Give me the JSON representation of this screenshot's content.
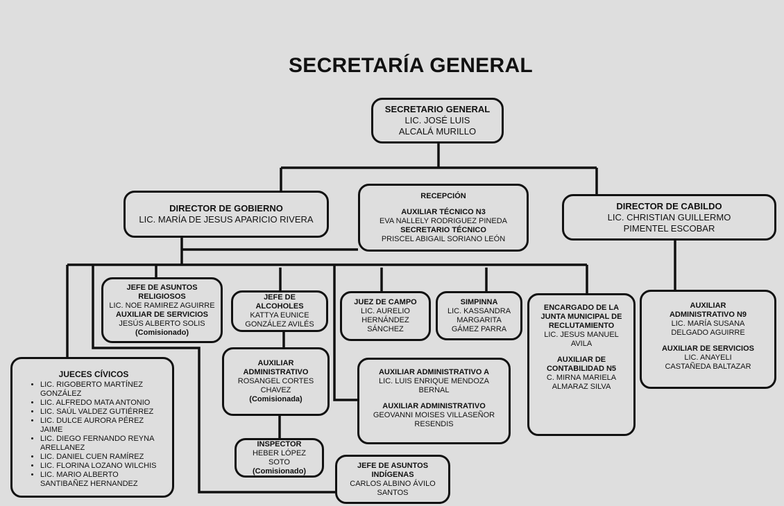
{
  "title": "SECRETARÍA GENERAL",
  "boxes": {
    "secretario": [
      {
        "t": "SECRETARIO  GENERAL",
        "b": true
      },
      {
        "t": "LIC. JOSÉ LUIS"
      },
      {
        "t": "ALCALÁ MURILLO"
      }
    ],
    "gobierno": [
      {
        "t": "DIRECTOR  DE GOBIERNO",
        "b": true
      },
      {
        "t": "LIC. MARÍA DE JESUS APARICIO  RIVERA"
      }
    ],
    "recepcion": [
      {
        "t": "RECEPCIÓN",
        "b": true
      },
      {
        "gap": true
      },
      {
        "t": "AUXILIAR TÉCNICO N3",
        "b": true
      },
      {
        "t": "EVA NALLELY RODRIGUEZ  PINEDA"
      },
      {
        "t": "SECRETARIO  TÉCNICO",
        "b": true
      },
      {
        "t": "PRISCEL  ABIGAIL SORIANO LEÓN"
      }
    ],
    "cabildo": [
      {
        "t": "DIRECTOR  DE CABILDO",
        "b": true
      },
      {
        "t": "LIC. CHRISTIAN  GUILLERMO"
      },
      {
        "t": "PIMENTEL ESCOBAR"
      }
    ],
    "religiosos": [
      {
        "t": "JEFE DE ASUNTOS",
        "b": true
      },
      {
        "t": "RELIGIOSOS",
        "b": true
      },
      {
        "t": "LIC. NOE RAMIREZ AGUIRRE"
      },
      {
        "t": "AUXILIAR DE SERVICIOS",
        "b": true
      },
      {
        "t": "JESÚS ALBERTO SOLIS"
      },
      {
        "t": "(Comisionado)",
        "b": true
      }
    ],
    "alcoholes": [
      {
        "t": "JEFE  DE",
        "b": true
      },
      {
        "t": "ALCOHOLES",
        "b": true
      },
      {
        "t": "KATTYA EUNICE"
      },
      {
        "t": "GONZÁLEZ  AVILÉS"
      }
    ],
    "aux_admin": [
      {
        "t": "AUXILIAR",
        "b": true
      },
      {
        "t": "ADMINISTRATIVO",
        "b": true
      },
      {
        "t": "ROSANGEL  CORTES"
      },
      {
        "t": "CHAVEZ"
      },
      {
        "t": "(Comisionada)",
        "b": true
      }
    ],
    "inspector": [
      {
        "t": "INSPECTOR",
        "b": true
      },
      {
        "t": "HEBER  LÓPEZ"
      },
      {
        "t": "SOTO"
      },
      {
        "t": "(Comisionado)",
        "b": true
      }
    ],
    "juez_campo": [
      {
        "t": "JUEZ DE  CAMPO",
        "b": true
      },
      {
        "t": "LIC.  AURELIO"
      },
      {
        "t": "HERNÁNDEZ"
      },
      {
        "t": "SÁNCHEZ"
      }
    ],
    "simpinna": [
      {
        "t": "SIMPINNA",
        "b": true
      },
      {
        "t": "LIC.  KASSANDRA"
      },
      {
        "t": "MARGARITA"
      },
      {
        "t": "GÁMEZ PARRA"
      }
    ],
    "encargado": [
      {
        "t": "ENCARGADO  DE  LA",
        "b": true
      },
      {
        "t": "JUNTA MUNICIPAL DE",
        "b": true
      },
      {
        "t": "RECLUTAMIENTO",
        "b": true
      },
      {
        "t": "LIC.  JESUS  MANUEL"
      },
      {
        "t": "AVILA"
      },
      {
        "gap": true
      },
      {
        "t": "AUXILIAR DE",
        "b": true
      },
      {
        "t": "CONTABILIDAD N5",
        "b": true
      },
      {
        "t": "C.  MIRNA  MARIELA"
      },
      {
        "t": "ALMARAZ SILVA"
      }
    ],
    "aux_n9": [
      {
        "t": "AUXILIAR",
        "b": true
      },
      {
        "t": "ADMINISTRATIVO N9",
        "b": true
      },
      {
        "t": "LIC.  MARÍA SUSANA"
      },
      {
        "t": "DELGADO  AGUIRRE"
      },
      {
        "gap": true
      },
      {
        "t": "AUXILIAR DE  SERVICIOS",
        "b": true
      },
      {
        "t": "LIC.  ANAYELI"
      },
      {
        "t": "CASTAÑEDA  BALTAZAR"
      }
    ],
    "aux_admin_a": [
      {
        "t": "AUXILIAR ADMINISTRATIVO A",
        "b": true
      },
      {
        "t": "LIC.  LUIS ENRIQUE   MENDOZA"
      },
      {
        "t": "BERNAL"
      },
      {
        "gap": true
      },
      {
        "t": "AUXILIAR ADMINISTRATIVO",
        "b": true
      },
      {
        "t": "GEOVANNI  MOISES   VILLASEÑOR"
      },
      {
        "t": "RESENDIS"
      }
    ],
    "indigenas": [
      {
        "t": "JEFE  DE  ASUNTOS",
        "b": true
      },
      {
        "t": "INDÍGENAS",
        "b": true
      },
      {
        "t": "CARLOS ALBINO ÁVILO"
      },
      {
        "t": "SANTOS"
      }
    ]
  },
  "jueces": {
    "heading": "JUECES  CÍVICOS",
    "members": [
      "LIC.  RIGOBERTO   MARTÍNEZ GONZÁLEZ",
      "LIC.  ALFREDO  MATA ANTONIO",
      "LIC.  SAÚL VALDEZ GUTIÉRREZ",
      "LIC.  DULCE  AURORA PÉREZ JAIME",
      "LIC.  DIEGO  FERNANDO  REYNA ARELLANEZ",
      "LIC.  DANIEL  CUEN  RAMÍREZ",
      "LIC.  FLORINA  LOZANO WILCHIS",
      "LIC.  MARIO  ALBERTO SANTIBAÑEZ  HERNANDEZ"
    ]
  }
}
